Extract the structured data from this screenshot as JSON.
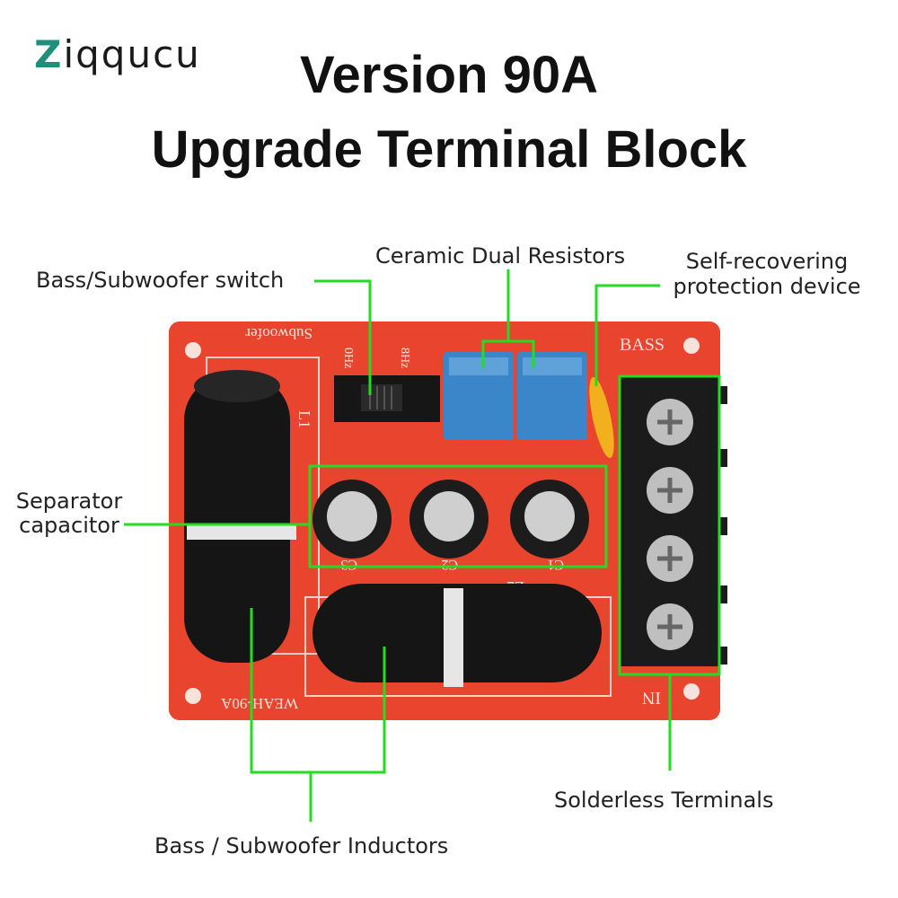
{
  "brand": {
    "logo_first": "Z",
    "logo_rest": "iqqucu"
  },
  "headline": {
    "line1": "Version 90A",
    "line2": "Upgrade Terminal Block"
  },
  "board": {
    "silkscreen_subwoofer": "Subwoofer",
    "silkscreen_0hz": "0Hz",
    "silkscreen_8hz": "8Hz",
    "silkscreen_bass": "BASS",
    "silkscreen_in": "IN",
    "silkscreen_model": "WEAH-90A",
    "silkscreen_l1": "L1",
    "silkscreen_l2": "L2",
    "silkscreen_c1": "C1",
    "silkscreen_c2": "C2",
    "silkscreen_c3": "C3"
  },
  "callouts": {
    "bass_switch": "Bass/Subwoofer switch",
    "resistors": "Ceramic Dual Resistors",
    "protection_line1": "Self-recovering",
    "protection_line2": "protection device",
    "capacitor_line1": "Separator",
    "capacitor_line2": "capacitor",
    "terminals": "Solderless Terminals",
    "inductors": "Bass / Subwoofer Inductors"
  },
  "colors": {
    "pcb": "#e8442e",
    "callout_green": "#22dd22",
    "resistor_blue": "#3a86c8",
    "terminal_black": "#1b1b1b"
  }
}
